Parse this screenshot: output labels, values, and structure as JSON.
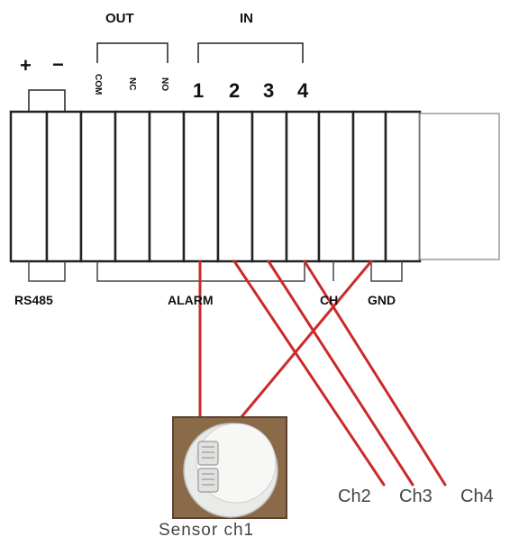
{
  "labels": {
    "out": "OUT",
    "in": "IN",
    "plus": "+",
    "minus": "−",
    "com": "COM",
    "nc": "NC",
    "no": "NO",
    "in1": "1",
    "in2": "2",
    "in3": "3",
    "in4": "4",
    "rs485": "RS485",
    "alarm": "ALARM",
    "ch_partial": "CH",
    "gnd": "GND"
  },
  "wires": {
    "ch_labels": [
      "Ch2",
      "Ch3",
      "Ch4"
    ],
    "sensor_label": "Sensor ch1",
    "color": "#cc2a2a"
  },
  "colors": {
    "outline": "#222222",
    "terminal_fill": "#ffffff",
    "wire": "#cc2a2a"
  }
}
